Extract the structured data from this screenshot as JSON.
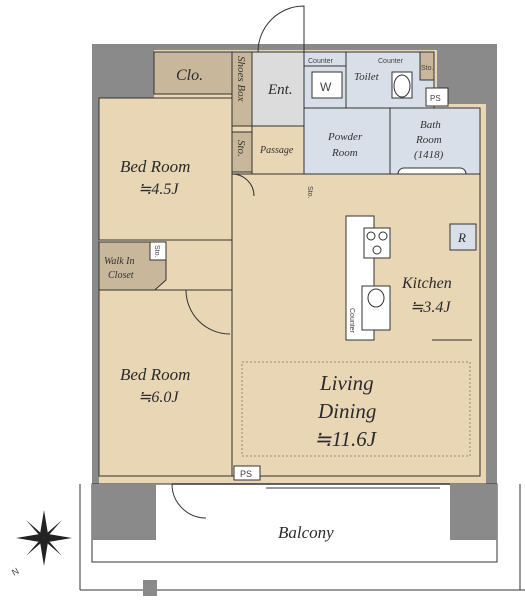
{
  "rooms": {
    "closet": "Clo.",
    "shoes_box": "Shoes Box",
    "entrance": "Ent.",
    "counter_left": "Counter",
    "counter_right": "Counter",
    "toilet": "Toilet",
    "storage_top": "Sto.",
    "ps_top": "PS",
    "washer": "W",
    "storage_left": "Sto.",
    "passage": "Passage",
    "powder_room_line1": "Powder",
    "powder_room_line2": "Room",
    "bath_line1": "Bath",
    "bath_line2": "Room",
    "bath_size": "(1418)",
    "storage_small": "Sto.",
    "bedroom1_label": "Bed Room",
    "bedroom1_size": "≒4.5J",
    "walk_in_line1": "Walk In",
    "walk_in_line2": "Closet",
    "walk_in_storage": "Sto.",
    "refrigerator": "R",
    "kitchen_label": "Kitchen",
    "kitchen_size": "≒3.4J",
    "kitchen_counter": "Counter",
    "bedroom2_label": "Bed Room",
    "bedroom2_size": "≒6.0J",
    "living_line1": "Living",
    "living_line2": "Dining",
    "living_size": "≒11.6J",
    "ps_bottom": "PS",
    "balcony": "Balcony"
  },
  "colors": {
    "wall": "#8a8a8a",
    "floor_wood": "#e8d6b4",
    "floor_wet": "#d9dfe8",
    "storage": "#c8b79a",
    "line": "#333333"
  },
  "compass": {
    "north_label": "N"
  }
}
